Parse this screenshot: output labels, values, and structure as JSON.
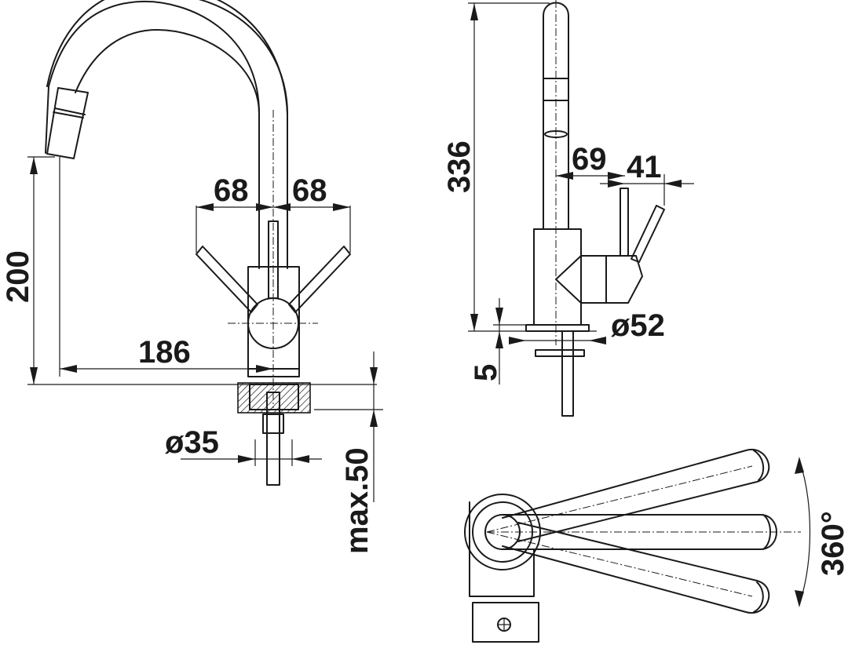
{
  "front_view": {
    "spout_height": "200",
    "spout_reach": "186",
    "handle_span_left": "68",
    "handle_span_right": "68",
    "shank_diameter": "ø35",
    "max_worktop": "max.50"
  },
  "side_view": {
    "total_height": "336",
    "spout_offset": "69",
    "handle_offset": "41",
    "base_diameter": "ø52",
    "base_height": "5"
  },
  "top_view": {
    "rotation": "360°"
  }
}
